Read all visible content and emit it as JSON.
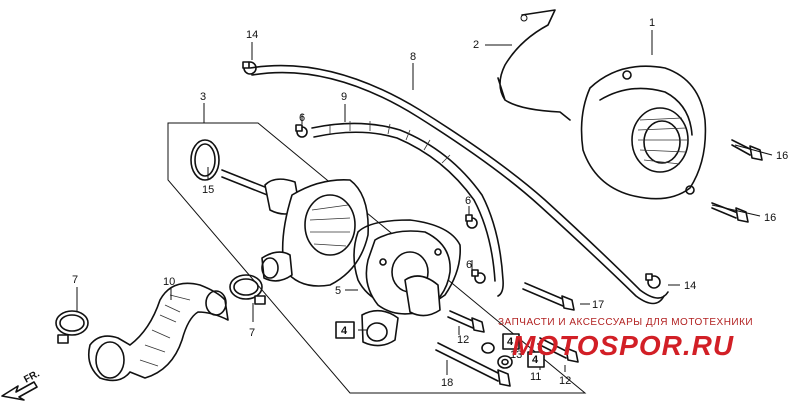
{
  "labels": {
    "p1": "1",
    "p2": "2",
    "p3": "3",
    "p4a": "4",
    "p4b": "4",
    "p4c": "4",
    "p5": "5",
    "p6a": "6",
    "p6b": "6",
    "p6c": "6",
    "p7a": "7",
    "p7b": "7",
    "p8": "8",
    "p9": "9",
    "p10": "10",
    "p11": "11",
    "p12a": "12",
    "p12b": "12",
    "p13": "13",
    "p14a": "14",
    "p14b": "14",
    "p15": "15",
    "p16a": "16",
    "p16b": "16",
    "p17": "17",
    "p18": "18"
  },
  "direction": "FR.",
  "watermark": {
    "line1": "ЗАПЧАСТИ И АКСЕССУАРЫ ДЛЯ МОТОТЕХНИКИ",
    "line2": "MOTOSPOR.RU"
  }
}
